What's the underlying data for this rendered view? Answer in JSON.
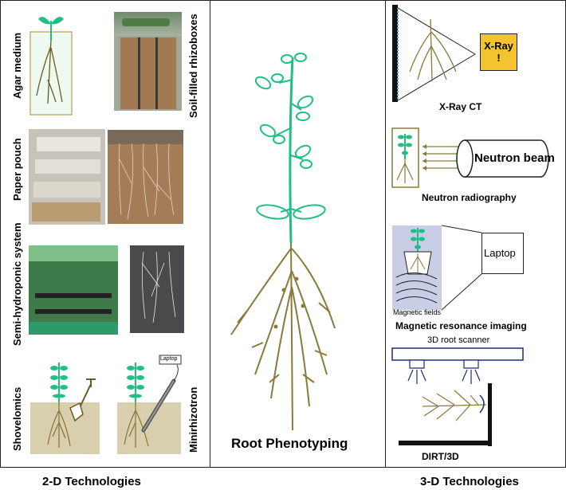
{
  "left": {
    "agar_label": "Agar medium",
    "rhizobox_label": "Soil-filled rhizoboxes",
    "paper_label": "Paper pouch",
    "semi_label": "Semi-hydroponic system",
    "shovel_label": "Shovelomics",
    "minirhizo_label": "Minirhizotron",
    "laptop_label": "Laptop",
    "footer": "2-D Technologies"
  },
  "center": {
    "title": "Root Phenotyping"
  },
  "right": {
    "xray_box": "X-Ray\n!",
    "xray_label": "X-Ray CT",
    "neutron_beam": "Neutron beam",
    "neutron_label": "Neutron radiography",
    "laptop_label": "Laptop",
    "magnetic_fields": "Magnetic fields",
    "mri_label": "Magnetic resonance imaging",
    "scanner_label": "3D root scanner",
    "dirt_label": "DIRT/3D",
    "footer": "3-D Technologies"
  },
  "colors": {
    "stem_green": "#1fbf84",
    "root_brown": "#8a7a3a",
    "xray_yellow": "#f4c430",
    "soil_tan": "#d8cfae",
    "mri_blue": "#c9cde6"
  }
}
